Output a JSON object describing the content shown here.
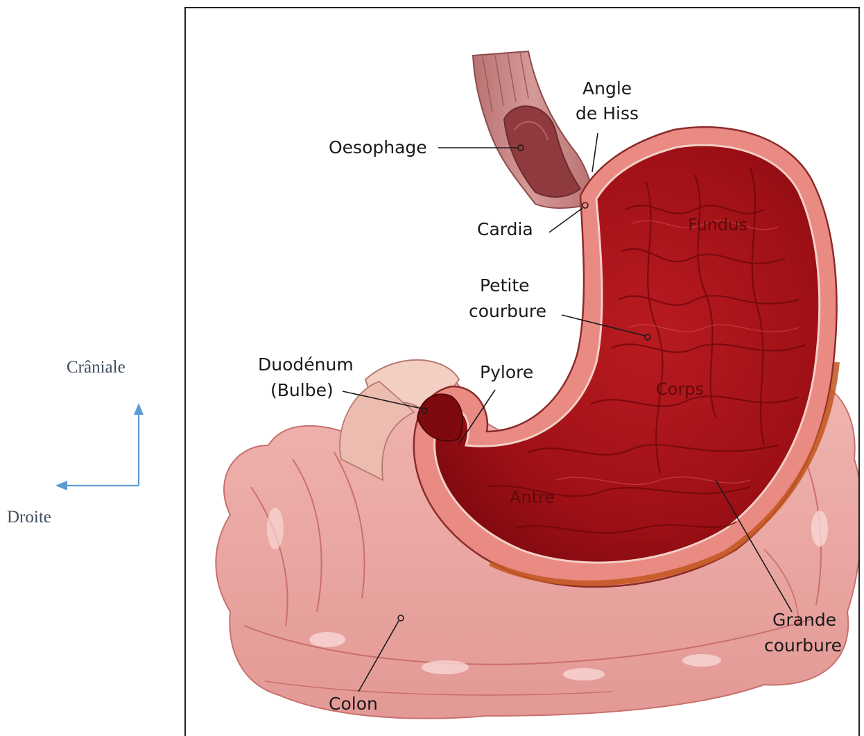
{
  "orientation": {
    "cranial_label": "Crâniale",
    "right_label": "Droite",
    "arrow_color": "#5b9bd5"
  },
  "anatomy": {
    "labels": {
      "oesophage": "Oesophage",
      "angle_line1": "Angle",
      "angle_line2": "de Hiss",
      "cardia": "Cardia",
      "fundus": "Fundus",
      "petite_line1": "Petite",
      "petite_line2": "courbure",
      "duodenum_line1": "Duodénum",
      "duodenum_line2": "(Bulbe)",
      "pylore": "Pylore",
      "corps": "Corps",
      "antre": "Antre",
      "grande_line1": "Grande",
      "grande_line2": "courbure",
      "colon": "Colon"
    },
    "colors": {
      "stomach_inner": "#a3131a",
      "stomach_wall": "#e98a83",
      "colon": "#eba5a2",
      "oesophagus": "#c98686"
    }
  }
}
